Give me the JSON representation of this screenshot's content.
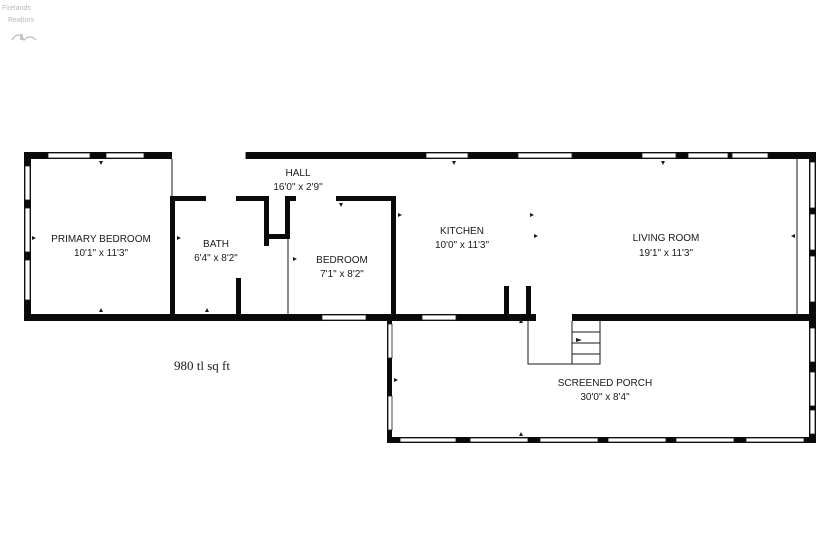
{
  "watermark": {
    "line1": "Firelands",
    "line2": "Realtors"
  },
  "total_area": "980 tl sq ft",
  "rooms": [
    {
      "id": "primary-bedroom",
      "name": "PRIMARY BEDROOM",
      "dims": "10'1\" x 11'3\""
    },
    {
      "id": "hall",
      "name": "HALL",
      "dims": "16'0\" x 2'9\""
    },
    {
      "id": "bath",
      "name": "BATH",
      "dims": "6'4\" x 8'2\""
    },
    {
      "id": "bedroom",
      "name": "BEDROOM",
      "dims": "7'1\" x 8'2\""
    },
    {
      "id": "kitchen",
      "name": "KITCHEN",
      "dims": "10'0\" x 11'3\""
    },
    {
      "id": "living-room",
      "name": "LIVING ROOM",
      "dims": "19'1\" x 11'3\""
    },
    {
      "id": "screened-porch",
      "name": "SCREENED PORCH",
      "dims": "30'0\" x 8'4\""
    }
  ],
  "colors": {
    "wall": "#0a0a0a",
    "background": "#ffffff",
    "watermark": "#b8b8b8"
  }
}
